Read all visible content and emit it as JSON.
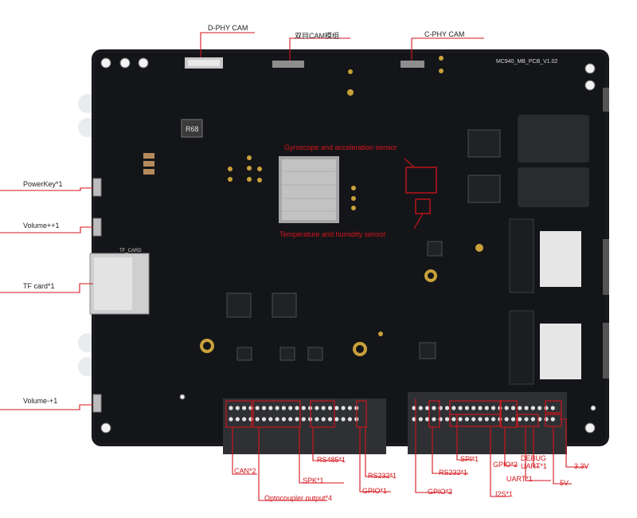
{
  "labels": {
    "dphy": "D-PHY CAM",
    "dual_cam": "双目CAM模组",
    "cphy": "C-PHY CAM",
    "board_name": "MC940_MB_PCB_V1.02",
    "gyro": "Gyroscope and acceleration sensor",
    "temp": "Temperature and humidity sensor",
    "powerkey": "PowerKey*1",
    "volup": "Volume++1",
    "tfcard": "TF card*1",
    "voldown": "Volume-+1",
    "can": "CAN*2",
    "opto": "Optocoupler output*4",
    "rs485": "RS485*1",
    "spk": "SPK*1",
    "rs232_a": "RS232*1",
    "gpio1": "GPIO*1",
    "gpio2": "GPIO*2",
    "rs232_b": "RS232*1",
    "spi": "SPI*1",
    "gpio2b": "GPIO*2",
    "i2s": "I2S*1",
    "uart1": "UART*1",
    "debug": "DEBUG\nUART*1",
    "v33": "3.3V",
    "v5": "5V",
    "tf_silk": "TF_CARD",
    "bat_silk": "R68"
  },
  "colors": {
    "pcb": "#141518",
    "callout": "#d4141c",
    "text": "#222222"
  }
}
